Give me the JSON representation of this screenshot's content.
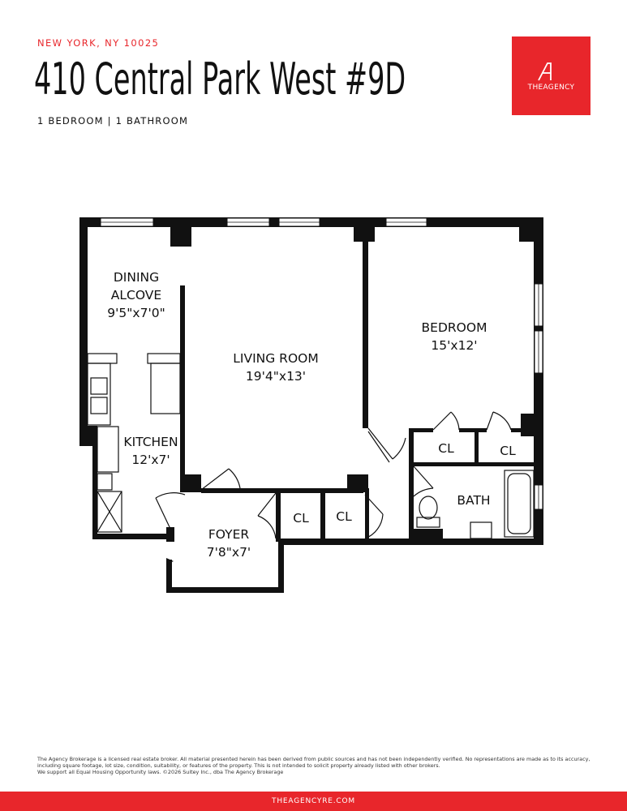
{
  "header": {
    "location": "NEW YORK, NY 10025",
    "title": "410 Central Park West #9D",
    "subtitle": "1 BEDROOM | 1 BATHROOM"
  },
  "logo": {
    "text": "THEAGENCY",
    "color": "#e8262b"
  },
  "rooms": {
    "dining": {
      "line1": "DINING",
      "line2": "ALCOVE",
      "dims": "9'5\"x7'0\""
    },
    "living": {
      "line1": "LIVING ROOM",
      "dims": "19'4\"x13'"
    },
    "bedroom": {
      "line1": "BEDROOM",
      "dims": "15'x12'"
    },
    "kitchen": {
      "line1": "KITCHEN",
      "dims": "12'x7'"
    },
    "foyer": {
      "line1": "FOYER",
      "dims": "7'8\"x7'"
    },
    "bath": {
      "line1": "BATH"
    },
    "closet_bed_1": "CL",
    "closet_bed_2": "CL",
    "closet_foyer_1": "CL",
    "closet_foyer_2": "CL"
  },
  "disclaimer": {
    "line1": "The Agency Brokerage is a licensed real estate broker. All material presented herein has been derived from public sources and has not been independently verified. No representations are made as to its accuracy,",
    "line2": "including square footage, lot size, condition, suitability, or features of the property. This is not intended to solicit property already listed with other brokers.",
    "line3": "We support all Equal Housing Opportunity laws. ©2026 Suitey Inc., dba The Agency Brokerage"
  },
  "footer": {
    "url": "THEAGENCYRE.COM"
  }
}
